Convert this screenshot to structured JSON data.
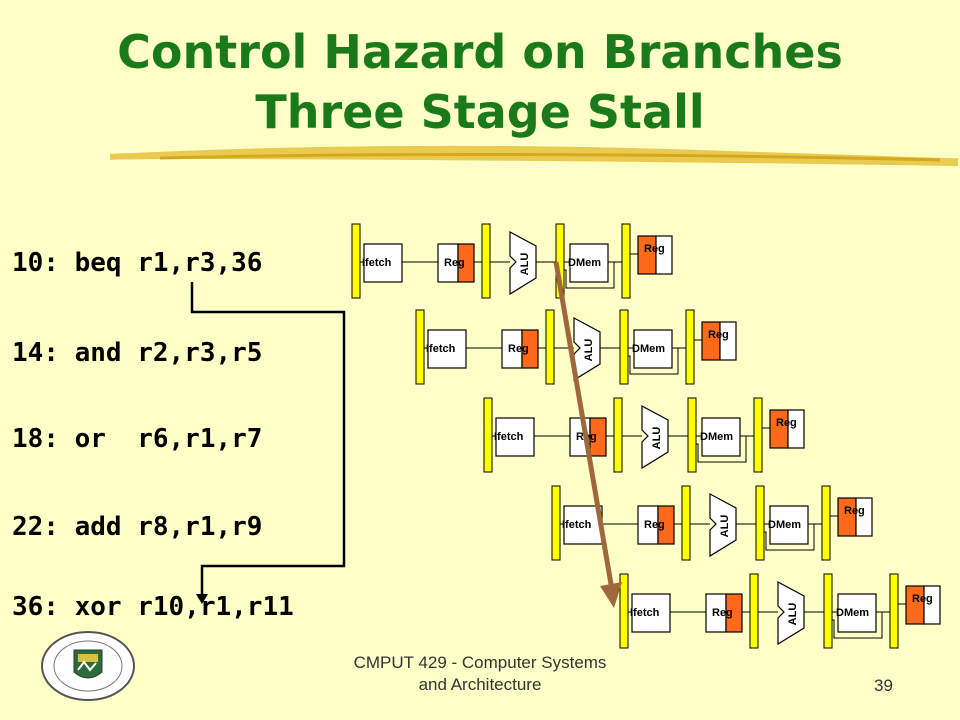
{
  "title_line1": "Control Hazard on Branches",
  "title_line2": "Three Stage Stall",
  "instructions": [
    {
      "text": "10: beq r1,r3,36"
    },
    {
      "text": "14: and r2,r3,r5"
    },
    {
      "text": "18: or  r6,r1,r7"
    },
    {
      "text": "22: add r8,r1,r9"
    },
    {
      "text": "36: xor r10,r1,r11"
    }
  ],
  "stage_labels": {
    "ifetch": "Ifetch",
    "reg": "Reg",
    "alu": "ALU",
    "dmem": "DMem",
    "wb": "Reg"
  },
  "footer": {
    "line1": "CMPUT 429 - Computer Systems",
    "line2": "and Architecture",
    "page": "39"
  },
  "colors": {
    "title": "#1a7a1a",
    "latch": "#ffff00",
    "reg_half": "#ff6a1a",
    "arrow": "#a0683a"
  }
}
